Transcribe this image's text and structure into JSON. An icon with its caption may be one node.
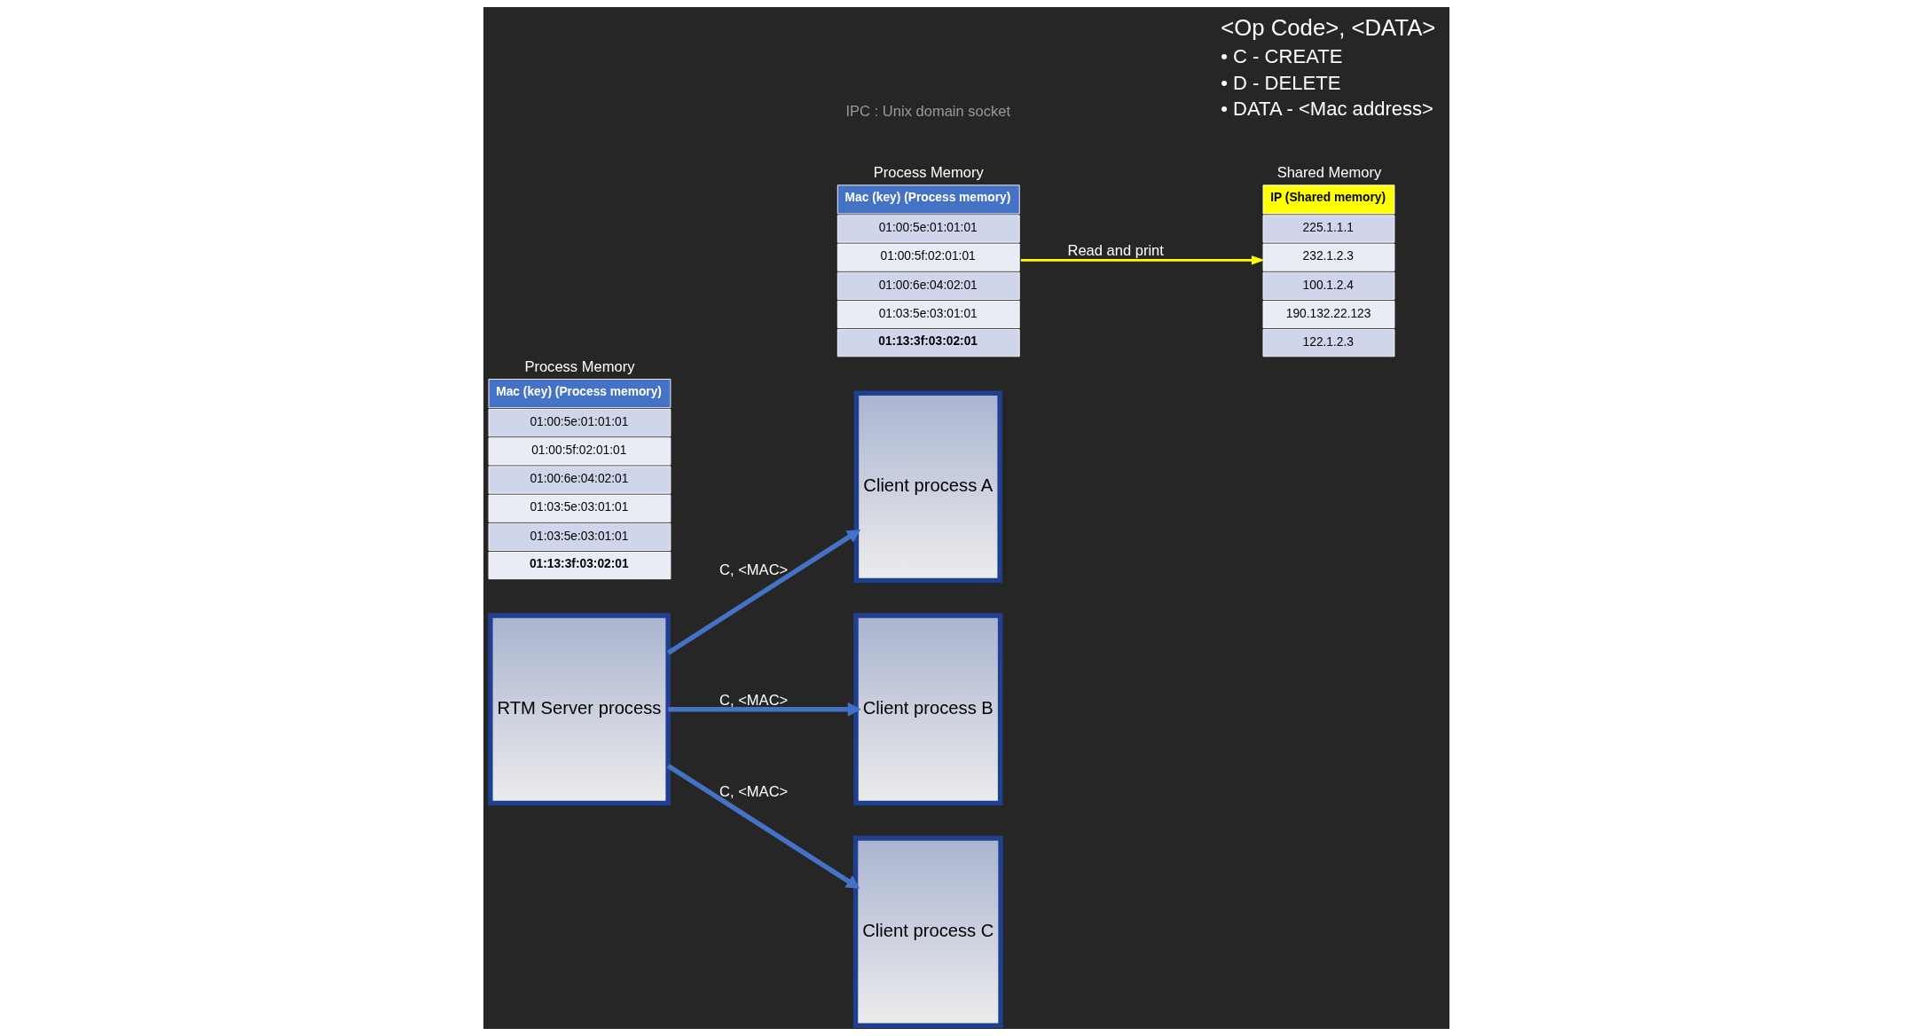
{
  "diagram": {
    "nodes": [
      {
        "text": [
          "RTM Server process"
        ]
      },
      {
        "text": [
          "Client process A"
        ]
      },
      {
        "text": [
          "Client process B"
        ]
      },
      {
        "text": [
          "Client process C"
        ]
      },
      {
        "text": [
          "Process Memory",
          "Mac (key) (Process memory)",
          "01:00:5e:01:01:01",
          "01:00:5f:02:01:01",
          "01:00:6e:04:02:01",
          "01:03:5e:03:01:01",
          "01:03:5e:03:01:01",
          "01:13:3f:03:02:01"
        ]
      },
      {
        "text": [
          "Process Memory",
          "Mac (key) (Process memory)",
          "01:00:5e:01:01:01",
          "01:00:5f:02:01:01",
          "01:00:6e:04:02:01",
          "01:03:5e:03:01:01",
          "01:13:3f:03:02:01"
        ]
      },
      {
        "text": [
          "Shared Memory",
          "IP (Shared memory)",
          "225.1.1.1",
          "232.1.2.3",
          "100.1.2.4",
          "190.132.22.123",
          "122.1.2.3"
        ]
      }
    ],
    "edges": [
      {
        "from": 0,
        "to": 1,
        "arrow": "to",
        "label": "C, <MAC>"
      },
      {
        "from": 0,
        "to": 2,
        "arrow": "to",
        "label": "C, <MAC>"
      },
      {
        "from": 0,
        "to": 3,
        "arrow": "to",
        "label": "C, <MAC>"
      },
      {
        "from": 5,
        "to": 6,
        "arrow": "to",
        "label": "Read and print",
        "color": "#ffff00"
      }
    ],
    "labels": [
      "IPC : Unix domain socket",
      "<Op Code>, <DATA>",
      "• C - CREATE",
      "• D - DELETE",
      "• DATA - <Mac address>"
    ]
  }
}
